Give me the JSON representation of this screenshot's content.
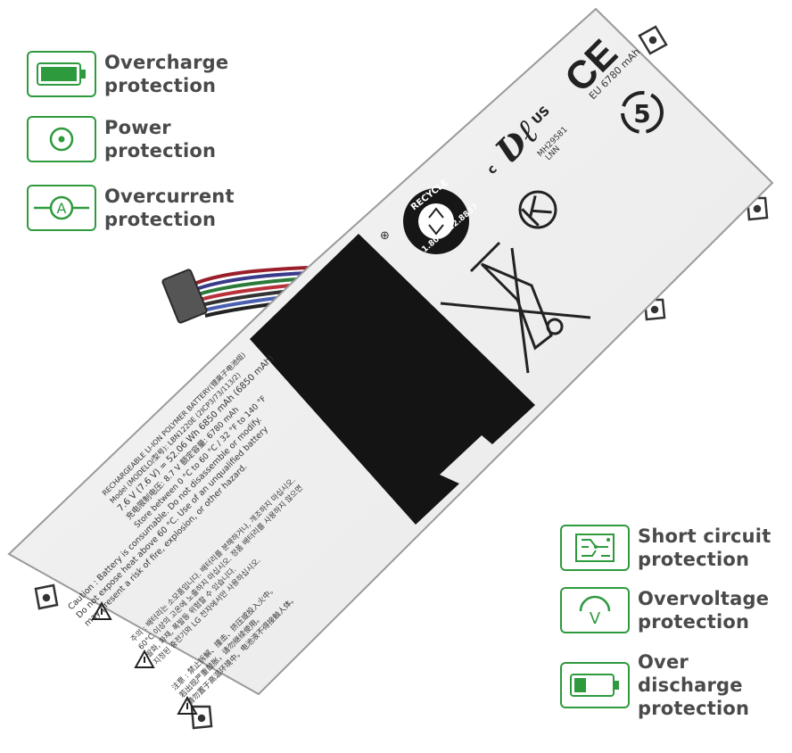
{
  "features_left": [
    {
      "icon": "battery-full-icon",
      "label": "Overcharge\nprotection"
    },
    {
      "icon": "power-icon",
      "label": "Power\nprotection"
    },
    {
      "icon": "ammeter-icon",
      "label": "Overcurrent\nprotection"
    }
  ],
  "features_right": [
    {
      "icon": "circuit-board-icon",
      "label": "Short circuit\nprotection"
    },
    {
      "icon": "voltmeter-icon",
      "label": "Overvoltage\nprotection"
    },
    {
      "icon": "battery-low-icon",
      "label": "Over discharge\nprotection"
    }
  ],
  "battery_label": {
    "ce_mark": "CE",
    "capacity_eu": "EU 6780 mAh",
    "recycle_years": "5",
    "ul_us": "US",
    "ul_c": "c",
    "ul_file": "MH29581",
    "ul_lnn": "LNN",
    "recycle_ring": "RECYCLE",
    "recycle_phone": "1.800.822.8837",
    "spec_lines": [
      "RECHARGEABLE LI-ION POLYMER BATTERY(锂离子电池组)",
      "Model (MODELO/型号): LBN1220E (2ICP3/73/113/2)",
      "7.6 V (7.6 V) = 52.06 Wh 6850 mAh (6850 mAh)",
      "充电限制电压: 8.7 V    额定容量: 6780 mAh",
      "Store between 0 °C to 60 °C / 32 °F to 140 °F"
    ],
    "caution_lines": [
      "Caution : Battery is consumable. Do not disassemble or modify.",
      "Do not expose heat above 60 °C. Use of an unqualified battery",
      "may present a risk of fire, explosion, or other hazard."
    ],
    "korean_lines": [
      "주의 : 배터리는 소모품입니다. 배터리를 분해하거나, 개조하지 마십시오.",
      "60°C 이상의 고온에 노출하지 마십시오. 정품 배터리를 사용하지 않으면",
      "발화, 화재, 폭발등 위험할 수 있습니다.",
      "지정된 충전기와 LG 전자에서만 사용하십시오."
    ],
    "chinese_lines": [
      "注意 : 禁止拆解、撞击、挤压或投入火中。",
      "若出现严重鼓胀，请勿继续使用。",
      "请勿置于高温环境中。电池液不得接触人体。"
    ]
  }
}
